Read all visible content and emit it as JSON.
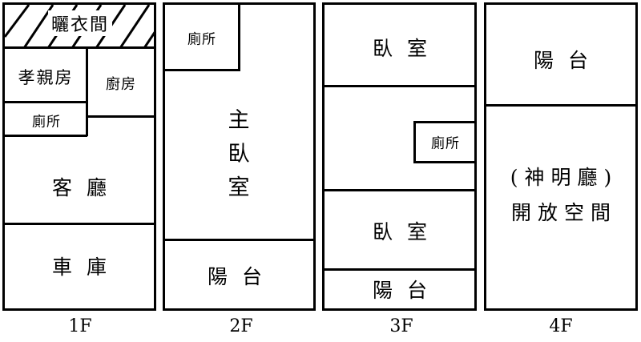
{
  "floors": {
    "f1": {
      "label": "1F",
      "rooms": {
        "laundry": "曬衣間",
        "elder_room": "孝親房",
        "kitchen": "廚房",
        "toilet": "廁所",
        "living_room": "客廳",
        "garage": "車庫"
      }
    },
    "f2": {
      "label": "2F",
      "rooms": {
        "toilet": "廁所",
        "master_bedroom": "主臥室",
        "balcony": "陽台"
      }
    },
    "f3": {
      "label": "3F",
      "rooms": {
        "bedroom_top": "臥室",
        "toilet": "廁所",
        "bedroom_bottom": "臥室",
        "balcony": "陽台"
      }
    },
    "f4": {
      "label": "4F",
      "rooms": {
        "balcony": "陽台",
        "shrine_note": "(神明廳)",
        "open_space": "開放空間"
      }
    }
  }
}
